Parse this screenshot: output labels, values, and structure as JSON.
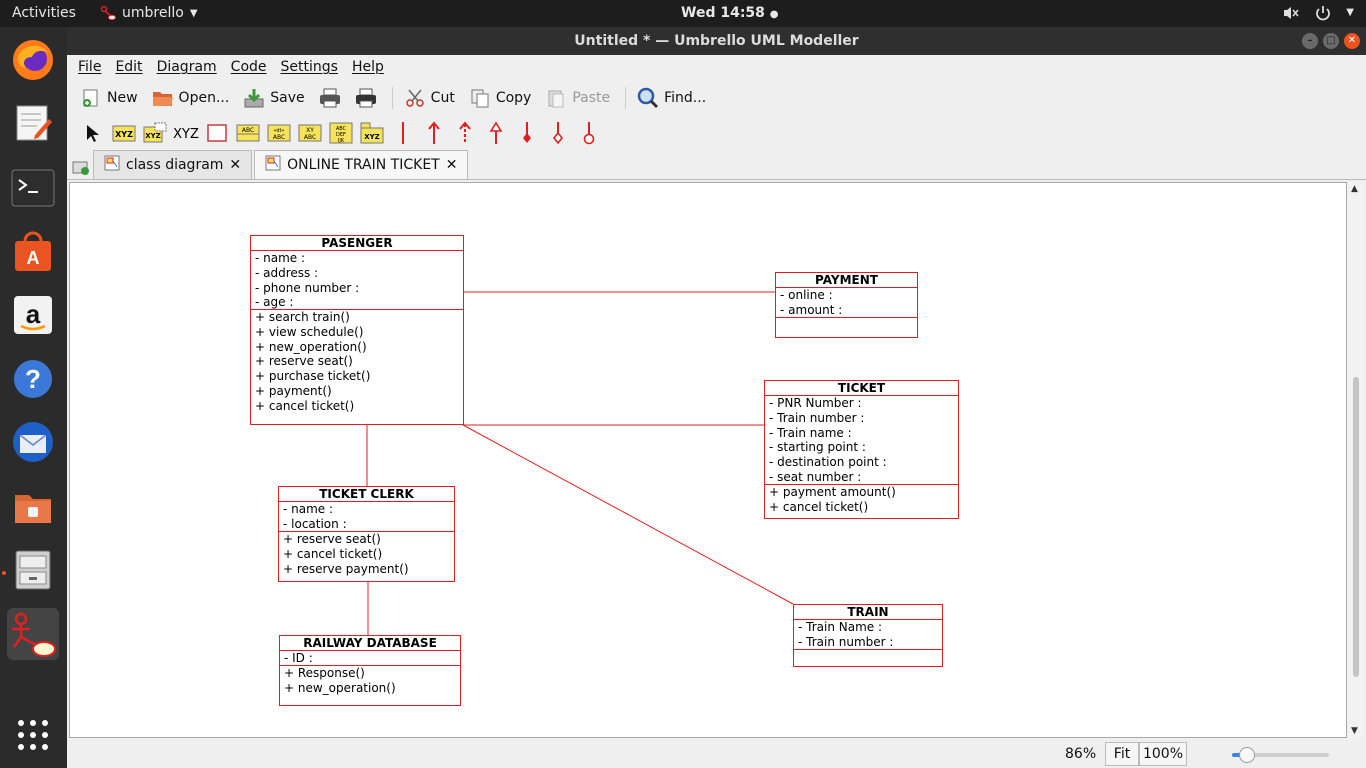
{
  "topbar": {
    "activities": "Activities",
    "app_name": "umbrello",
    "clock": "Wed 14:58"
  },
  "dock": {
    "items": [
      "firefox-icon",
      "text-editor-icon",
      "terminal-icon",
      "software-center-icon",
      "amazon-icon",
      "help-icon",
      "thunderbird-icon",
      "files-icon",
      "file-cabinet-icon",
      "umbrello-icon",
      "app-grid-icon"
    ]
  },
  "window": {
    "title": "Untitled * — Umbrello UML Modeller"
  },
  "menubar": {
    "items": [
      "File",
      "Edit",
      "Diagram",
      "Code",
      "Settings",
      "Help"
    ]
  },
  "toolbar": {
    "new": "New",
    "open": "Open...",
    "save": "Save",
    "cut": "Cut",
    "copy": "Copy",
    "paste": "Paste",
    "find": "Find..."
  },
  "tabs": [
    {
      "label": "class diagram",
      "active": false
    },
    {
      "label": "ONLINE TRAIN TICKET",
      "active": true
    }
  ],
  "statusbar": {
    "zoom": "86%",
    "fit": "Fit",
    "percent": "100%",
    "zoom_slider_level": 0.15
  },
  "diagram": {
    "line_color": "#e02020",
    "classes": {
      "passenger": {
        "name": "PASENGER",
        "attributes": [
          "- name  :",
          "- address :",
          "- phone number :",
          "- age :"
        ],
        "operations": [
          "+ search train()",
          "+ view schedule()",
          "+ new_operation()",
          "+ reserve seat()",
          "+ purchase ticket()",
          "+ payment()",
          "+ cancel ticket()"
        ]
      },
      "payment": {
        "name": "PAYMENT",
        "attributes": [
          "- online :",
          "- amount :"
        ],
        "operations": []
      },
      "ticket": {
        "name": "TICKET",
        "attributes": [
          "- PNR Number :",
          "- Train number :",
          "- Train name :",
          "- starting point :",
          "- destination point :",
          "- seat number :"
        ],
        "operations": [
          "+ payment amount()",
          "+ cancel ticket()"
        ]
      },
      "ticket_clerk": {
        "name": "TICKET CLERK",
        "attributes": [
          "- name :",
          "- location :"
        ],
        "operations": [
          "+ reserve seat()",
          "+ cancel ticket()",
          "+ reserve payment()"
        ]
      },
      "railway_database": {
        "name": "RAILWAY DATABASE",
        "attributes": [
          "- ID :"
        ],
        "operations": [
          "+ Response()",
          "+ new_operation()"
        ]
      },
      "train": {
        "name": "TRAIN",
        "attributes": [
          "- Train Name :",
          "- Train number :"
        ],
        "operations": []
      }
    }
  }
}
